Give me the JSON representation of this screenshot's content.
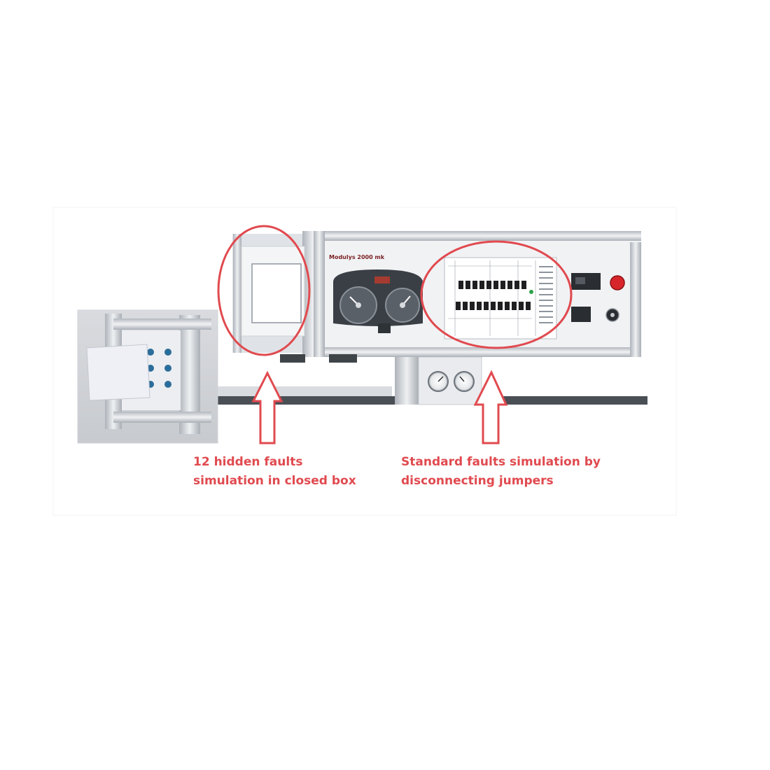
{
  "panel": {
    "brand_text": "Modulys 2000 mk"
  },
  "annotations": {
    "hidden_faults": "12 hidden faults\nsimulation in closed box",
    "standard_faults": "Standard faults simulation by\ndisconnecting jumpers"
  },
  "colors": {
    "annotation_red": "#e04a4f",
    "frame_aluminium": "#c9cdd3",
    "panel_face": "#f1f2f4",
    "cluster_dark": "#3a3f45",
    "emergency_red": "#d7262b"
  },
  "icons": {
    "closed_box": "square-outline",
    "arrows": "up-arrow-outline",
    "jumpers": "black-jumper-rows"
  }
}
